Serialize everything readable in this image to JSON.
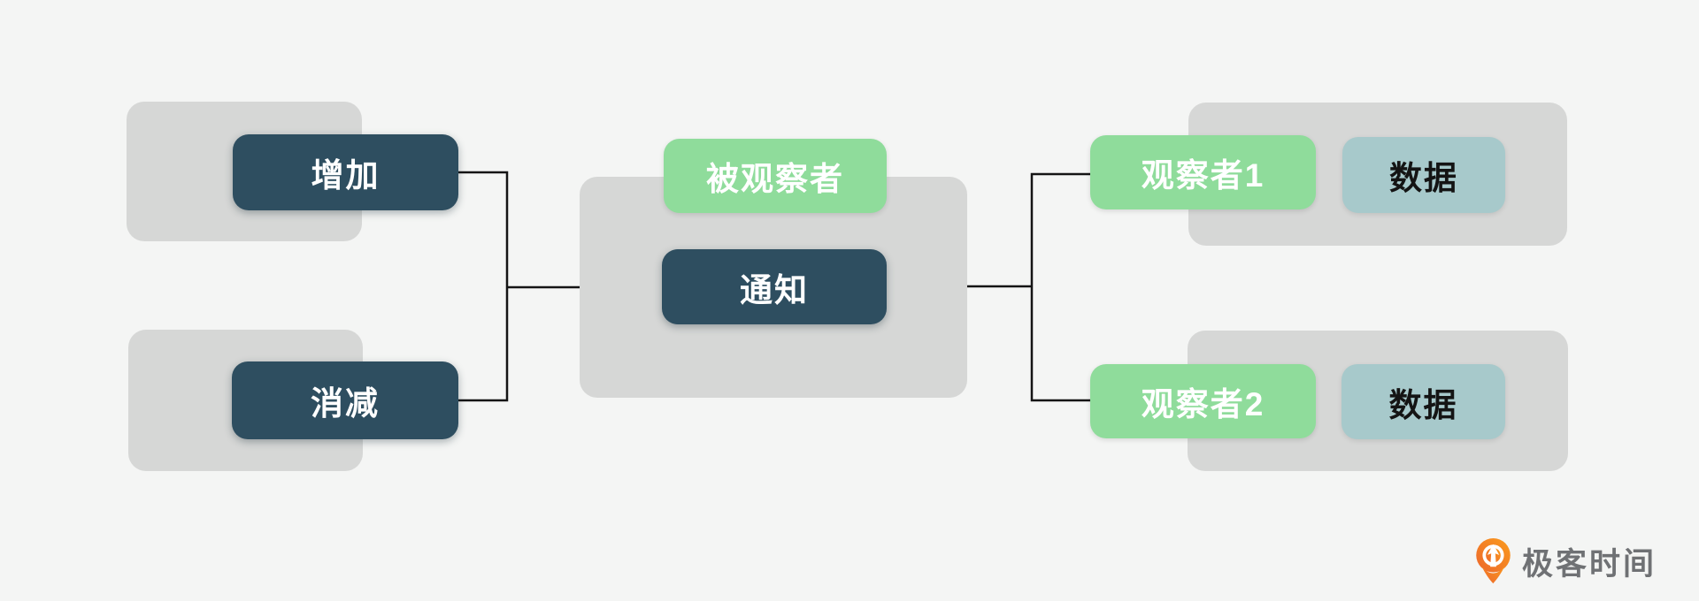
{
  "palette": {
    "background": "#f4f5f4",
    "container_gray": "#d6d7d6",
    "navy": "#2e4e60",
    "green": "#8fdc9b",
    "teal": "#a7c9cb",
    "connector_line": "#141414",
    "brand_orange": "#f58220",
    "brand_text_gray": "#6f7174"
  },
  "nodes": {
    "increase": {
      "label": "增加"
    },
    "decrease": {
      "label": "消减"
    },
    "subject": {
      "label": "被观察者"
    },
    "notify": {
      "label": "通知"
    },
    "observer1": {
      "label": "观察者1"
    },
    "observer1_data": {
      "label": "数据"
    },
    "observer2": {
      "label": "观察者2"
    },
    "observer2_data": {
      "label": "数据"
    }
  },
  "brand": {
    "name": "极客时间"
  }
}
